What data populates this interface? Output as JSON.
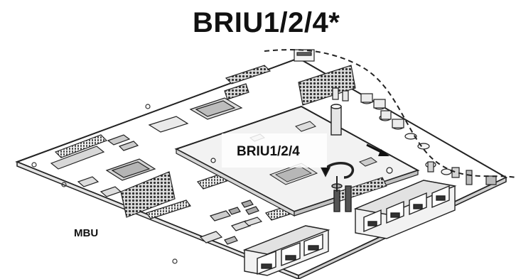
{
  "title": "BRIU1/2/4*",
  "card_label": "BRIU1/2/4",
  "board_label": "MBU"
}
